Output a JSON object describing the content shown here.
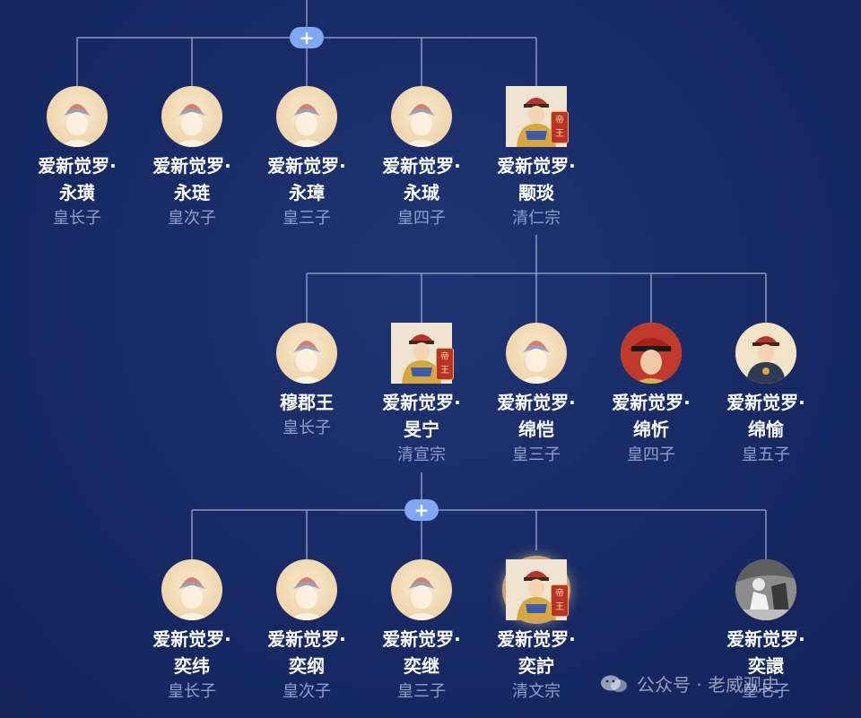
{
  "generations": [
    [
      {
        "name1": "爱新觉罗·",
        "name2": "永璜",
        "title": "皇长子",
        "avatar": "placeholder"
      },
      {
        "name1": "爱新觉罗·",
        "name2": "永琏",
        "title": "皇次子",
        "avatar": "placeholder"
      },
      {
        "name1": "爱新觉罗·",
        "name2": "永璋",
        "title": "皇三子",
        "avatar": "placeholder"
      },
      {
        "name1": "爱新觉罗·",
        "name2": "永珹",
        "title": "皇四子",
        "avatar": "placeholder"
      },
      {
        "name1": "爱新觉罗·",
        "name2": "颙琰",
        "title": "清仁宗",
        "avatar": "emperor-portrait",
        "badge": "帝王"
      }
    ],
    [
      {
        "name1": "穆郡王",
        "name2": "",
        "title": "皇长子",
        "avatar": "placeholder"
      },
      {
        "name1": "爱新觉罗·",
        "name2": "旻宁",
        "title": "清宣宗",
        "avatar": "emperor-portrait",
        "badge": "帝王"
      },
      {
        "name1": "爱新觉罗·",
        "name2": "绵恺",
        "title": "皇三子",
        "avatar": "placeholder"
      },
      {
        "name1": "爱新觉罗·",
        "name2": "绵忻",
        "title": "皇四子",
        "avatar": "prince-photo"
      },
      {
        "name1": "爱新觉罗·",
        "name2": "绵愉",
        "title": "皇五子",
        "avatar": "prince-portrait"
      }
    ],
    [
      {
        "name1": "爱新觉罗·",
        "name2": "奕纬",
        "title": "皇长子",
        "avatar": "placeholder"
      },
      {
        "name1": "爱新觉罗·",
        "name2": "奕纲",
        "title": "皇次子",
        "avatar": "placeholder"
      },
      {
        "name1": "爱新觉罗·",
        "name2": "奕继",
        "title": "皇三子",
        "avatar": "placeholder"
      },
      {
        "name1": "爱新觉罗·",
        "name2": "奕詝",
        "title": "清文宗",
        "avatar": "emperor-portrait",
        "badge": "帝王",
        "glow": true
      },
      {
        "name1": "爱新觉罗·",
        "name2": "奕譞",
        "title": "皇七子",
        "avatar": "bw-photo"
      }
    ]
  ],
  "expand_label": "+",
  "watermark": "公众号 · 老威观史",
  "colors": {
    "line": "#8a98bf",
    "plus": "#7fa7f2",
    "badge": "#b8322a"
  }
}
